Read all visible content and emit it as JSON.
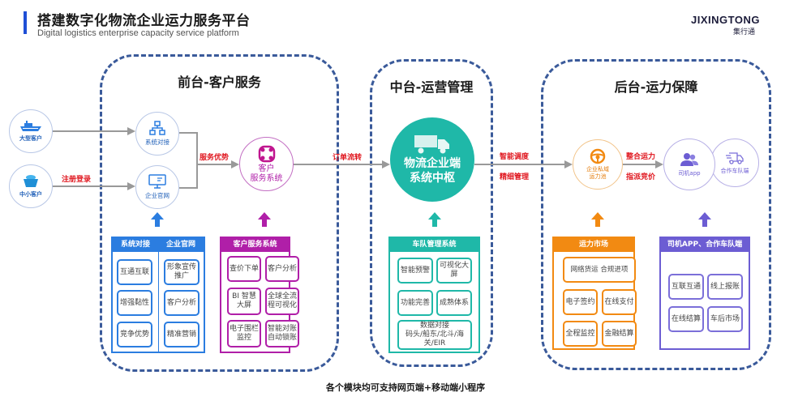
{
  "header": {
    "title": "搭建数字化物流企业运力服务平台",
    "subtitle": "Digital logistics enterprise capacity service platform",
    "logo_main": "JIXINGTONG",
    "logo_sub": "集行通"
  },
  "colors": {
    "accent_blue": "#1f4fd6",
    "section_border": "#3a5a9a",
    "front_blue": "#2b7de0",
    "front_magenta": "#b01fa8",
    "middle_teal": "#1fb8a8",
    "back_orange": "#f28a12",
    "back_purple": "#6c5dd3",
    "flow_label_red": "#e0161e"
  },
  "customers": [
    {
      "label": "大型客户",
      "icon": "cargo-ship-icon"
    },
    {
      "label": "中小客户",
      "icon": "small-ship-icon"
    }
  ],
  "flow_labels": {
    "register": "注册登录",
    "service_advantage": "服务优势",
    "order_flow": "订单流转",
    "smart_dispatch": "智能调度",
    "fine_management": "精细管理",
    "integrate_capacity": "整合运力",
    "assign_bid": "指派竞价"
  },
  "front": {
    "title": "前台-客户服务",
    "nodes": [
      {
        "label": "系统对接",
        "icon": "network-icon"
      },
      {
        "label": "企业官网",
        "icon": "monitor-icon"
      }
    ],
    "cs_system": {
      "line1": "客户",
      "line2": "服务系统",
      "icon": "service-hub-icon"
    },
    "panel_blue": {
      "headers": [
        "系统对接",
        "企业官网"
      ],
      "left_cells": [
        "互通互联",
        "增强黏性",
        "竞争优势"
      ],
      "right_cells": [
        "形象宣传推广",
        "客户分析",
        "精准营销"
      ]
    },
    "panel_magenta": {
      "header": "客户服务系统",
      "cells": [
        "查价下单",
        "客户分析",
        "BI 智慧大屏",
        "全球全流程可视化",
        "电子围栏监控",
        "智能对账自动锁账"
      ]
    }
  },
  "middle": {
    "title": "中台-运营管理",
    "hub": {
      "line1": "物流企业端",
      "line2": "系统中枢",
      "icon": "truck-icon"
    },
    "panel": {
      "header": "车队管理系统",
      "cells": [
        "智能预警",
        "可视化大屏",
        "功能完善",
        "成熟体系"
      ],
      "wide_cell": {
        "line1": "数据对接",
        "line2": "码头/船东/北斗/海关/EIR"
      }
    }
  },
  "back": {
    "title": "后台-运力保障",
    "pool": {
      "line1": "企业私域",
      "line2": "运力池",
      "icon": "steering-wheel-icon"
    },
    "driver": {
      "label": "司机app",
      "icon": "users-icon"
    },
    "fleet": {
      "label": "合作车队端",
      "icon": "delivery-truck-icon"
    },
    "panel_orange": {
      "header": "运力市场",
      "wide_cell": "网络货运 合规进项",
      "cells": [
        "电子签约",
        "在线支付",
        "全程监控",
        "金融结算"
      ]
    },
    "panel_purple": {
      "header": "司机APP、合作车队端",
      "cells": [
        "互联互通",
        "线上报账",
        "在线结算",
        "车后市场"
      ]
    }
  },
  "footer": "各个模块均可支持网页端+移动端小程序"
}
